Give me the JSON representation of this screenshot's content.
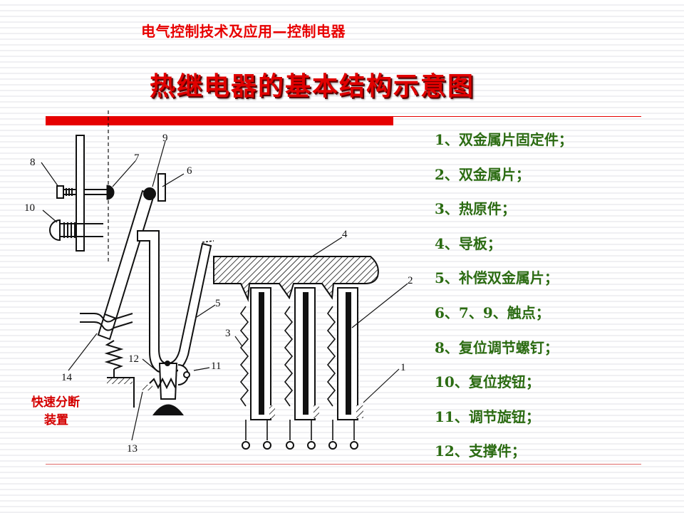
{
  "header": {
    "subtitle": "电气控制技术及应用—控制电器",
    "title": "热继电器的基本结构示意图"
  },
  "diagram": {
    "numbers": [
      "1",
      "2",
      "3",
      "4",
      "5",
      "6",
      "7",
      "8",
      "9",
      "10",
      "11",
      "12",
      "13",
      "14"
    ],
    "fast_break_label": [
      "快速分断",
      "装置"
    ]
  },
  "legend": [
    "1、双金属片固定件；",
    "2、双金属片；",
    "3、热原件；",
    "4、导板；",
    "5、补偿双金属片；",
    "6、7、9、触点；",
    "8、复位调节螺钉；",
    "10、复位按钮；",
    "11、调节旋钮；",
    "12、支撑件；"
  ],
  "colors": {
    "title_red": "#e00000",
    "accent_red": "#e60000",
    "legend_green": "#2b6b12",
    "stripe": "#f0f0f3"
  }
}
